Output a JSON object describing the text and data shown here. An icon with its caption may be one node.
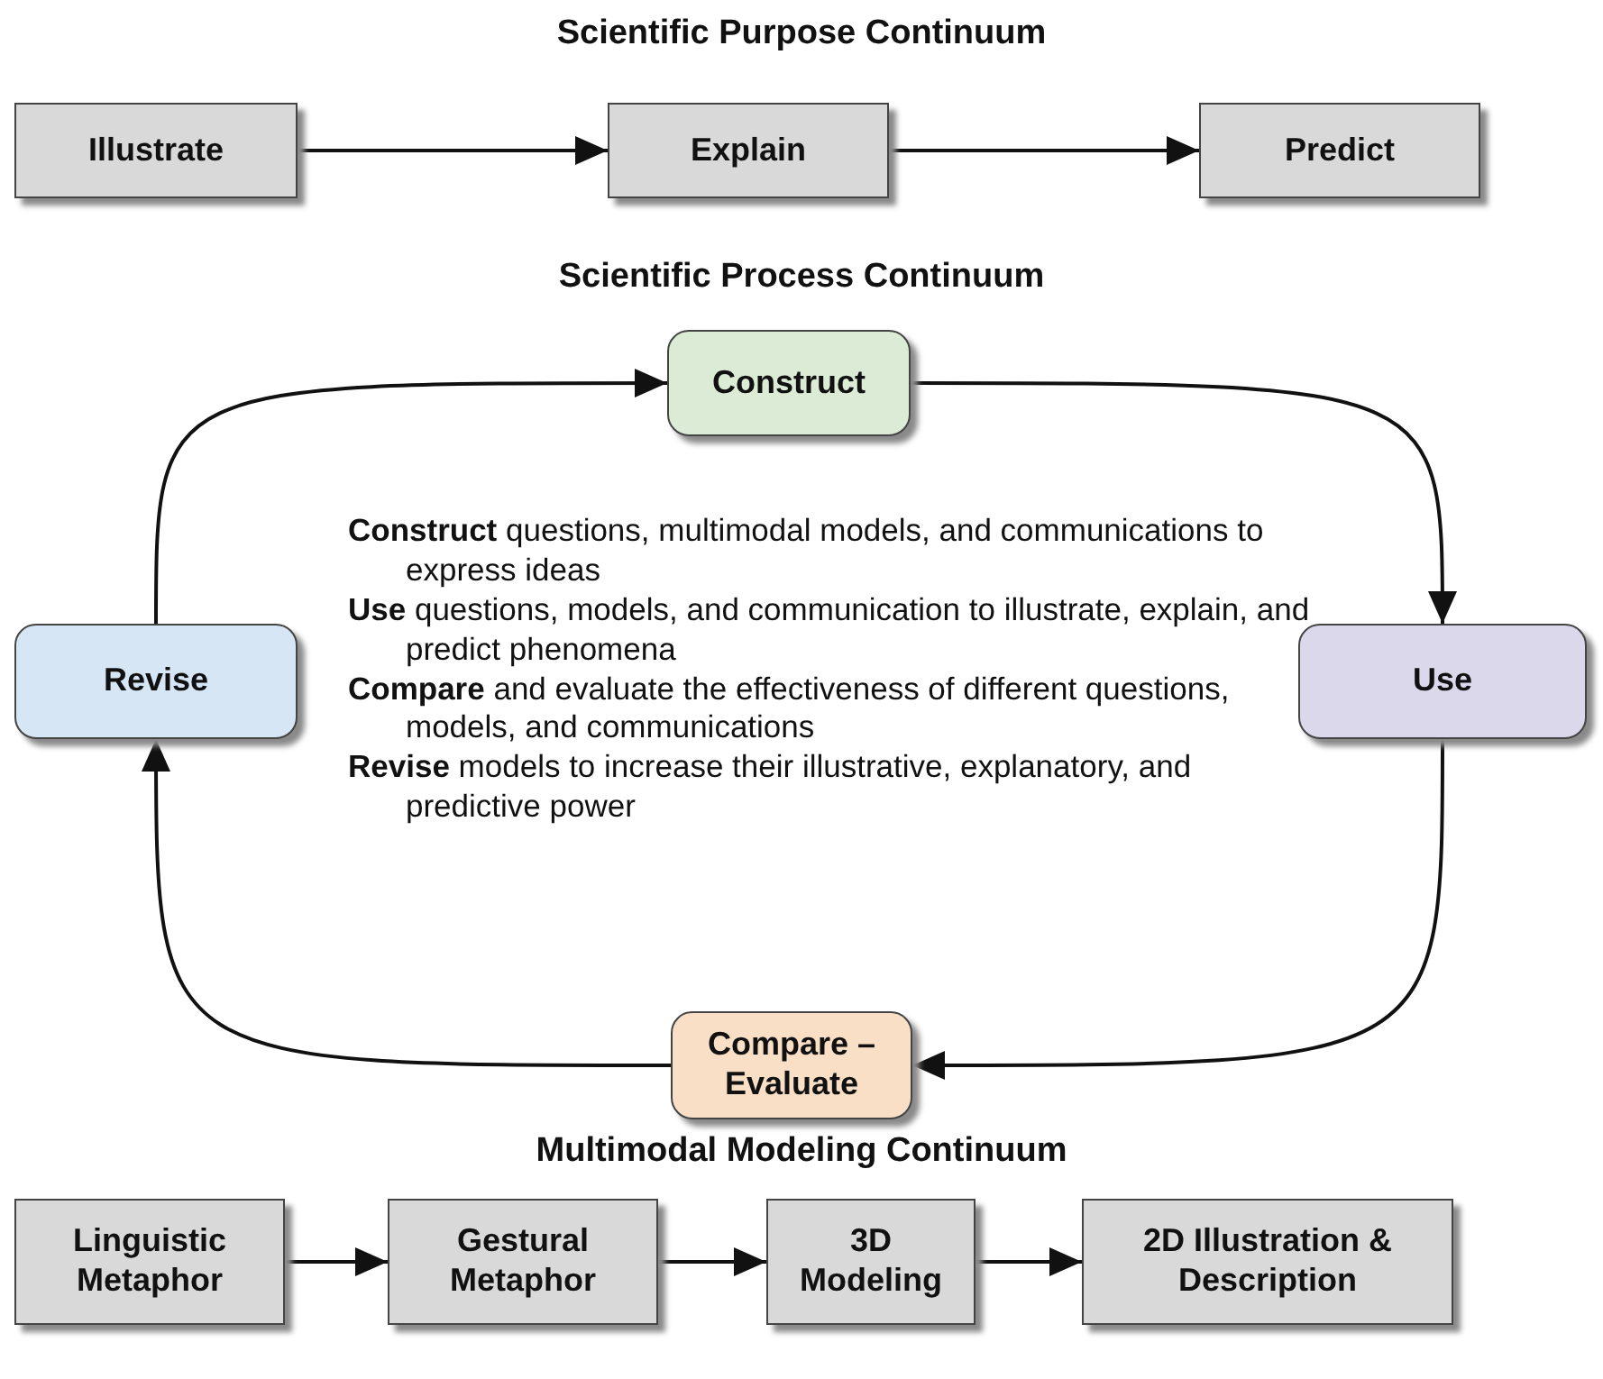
{
  "diagram": {
    "nodes": [
      {
        "text": [
          "Illustrate"
        ]
      },
      {
        "text": [
          "Explain"
        ]
      },
      {
        "text": [
          "Predict"
        ]
      },
      {
        "text": [
          "Construct"
        ]
      },
      {
        "text": [
          "Use"
        ]
      },
      {
        "text": [
          "Compare – Evaluate"
        ]
      },
      {
        "text": [
          "Revise"
        ]
      },
      {
        "text": [
          "Linguistic Metaphor"
        ]
      },
      {
        "text": [
          "Gestural Metaphor"
        ]
      },
      {
        "text": [
          "3D Modeling"
        ]
      },
      {
        "text": [
          "2D Illustration & Description"
        ]
      }
    ],
    "edges": [
      {
        "from": 0,
        "to": 1,
        "arrow": "to"
      },
      {
        "from": 1,
        "to": 2,
        "arrow": "to"
      },
      {
        "from": 3,
        "to": 4,
        "arrow": "to"
      },
      {
        "from": 4,
        "to": 5,
        "arrow": "to"
      },
      {
        "from": 5,
        "to": 6,
        "arrow": "to"
      },
      {
        "from": 6,
        "to": 3,
        "arrow": "to"
      },
      {
        "from": 7,
        "to": 8,
        "arrow": "to"
      },
      {
        "from": 8,
        "to": 9,
        "arrow": "to"
      },
      {
        "from": 9,
        "to": 10,
        "arrow": "to"
      }
    ],
    "labels": [
      "Scientific Purpose Continuum",
      "Scientific Process Continuum",
      "**Construct** questions, multimodal models, and communications to express ideas",
      "**Use** questions, models, and communication to illustrate, explain, and predict phenomena",
      "**Compare** and evaluate the effectiveness of different questions, models, and communications",
      "**Revise** models to increase their illustrative, explanatory, and predictive power",
      "Multimodal Modeling Continuum"
    ]
  }
}
